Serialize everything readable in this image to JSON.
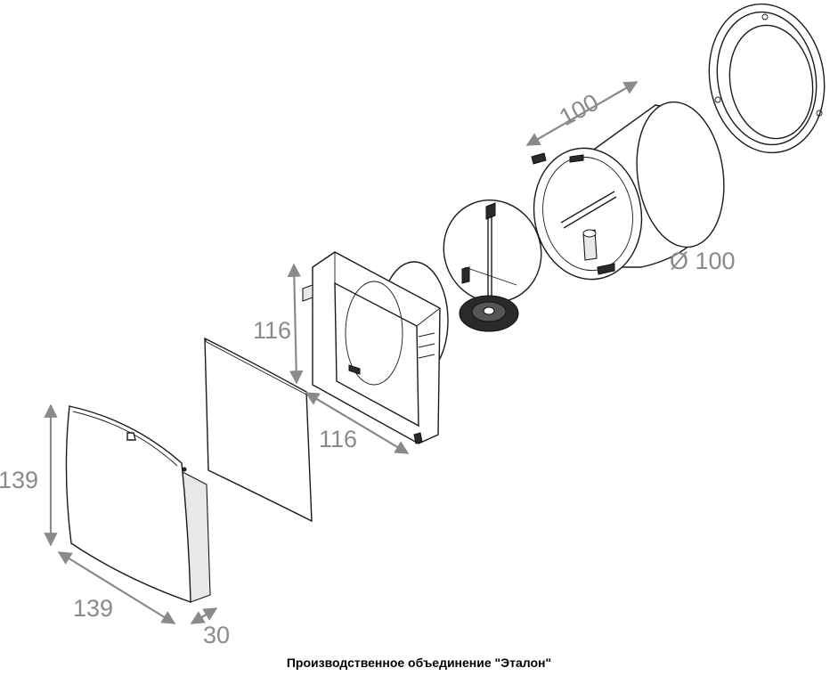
{
  "dimensions": {
    "front_height": "139",
    "front_width": "139",
    "front_depth": "30",
    "frame_height": "116",
    "frame_width": "116",
    "duct_length": "100",
    "duct_diameter": "Ø 100"
  },
  "caption": "Производственное объединение \"Эталон\"",
  "colors": {
    "dimension": "#8a8a8a",
    "ink": "#1a1a1a"
  }
}
